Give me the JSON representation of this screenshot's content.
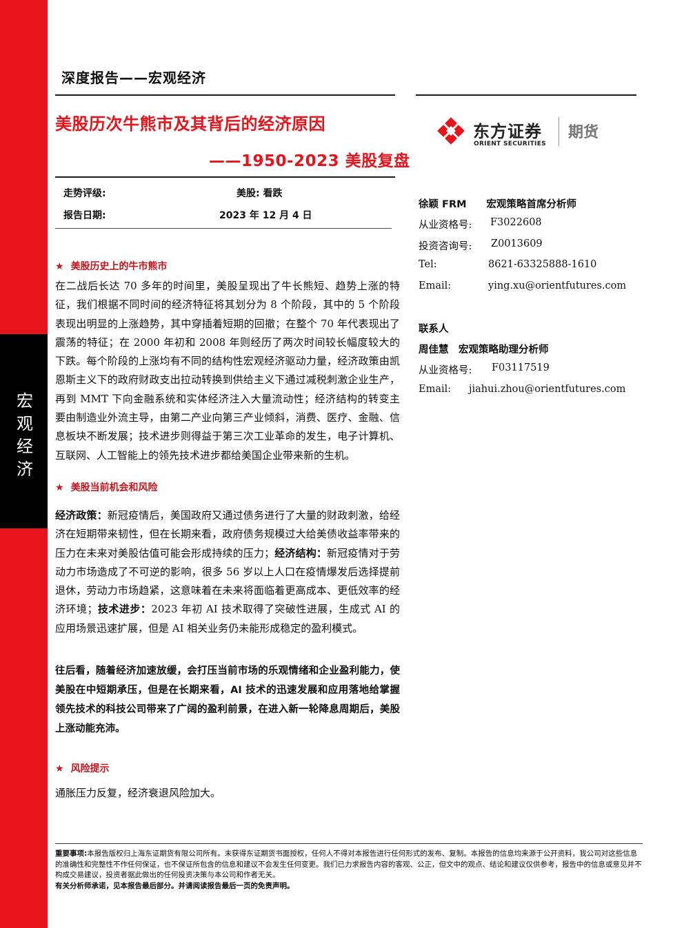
{
  "sidebar": {
    "label_chars": [
      "宏",
      "观",
      "经",
      "济"
    ]
  },
  "header": {
    "report_type": "深度报告——宏观经济"
  },
  "title": {
    "main": "美股历次牛熊市及其背后的经济原因",
    "sub": "——1950-2023 美股复盘"
  },
  "logo": {
    "cn": "东方证券",
    "en": "ORIENT SECURITIES",
    "futures": "期货"
  },
  "meta": {
    "rating_label": "走势评级:",
    "rating_value": "美股: 看跌",
    "date_label": "报告日期:",
    "date_value": "2023 年 12 月 4 日"
  },
  "sections": {
    "bull_bear": {
      "heading": "美股历史上的牛市熊市",
      "text": "在二战后长达 70 多年的时间里，美股呈现出了牛长熊短、趋势上涨的特征，我们根据不同时间的经济特征将其划分为 8 个阶段，其中的 5 个阶段表现出明显的上涨趋势，其中穿插着短期的回撤；在整个 70 年代表现出了震荡的特征；在 2000 年初和 2008 年则经历了两次时间较长幅度较大的下跌。每个阶段的上涨均有不同的结构性宏观经济驱动力量，经济政策由凯恩斯主义下的政府财政支出拉动转换到供给主义下通过减税刺激企业生产，再到 MMT 下向金融系统和实体经济注入大量流动性；经济结构的转变主要由制造业外流主导，由第二产业向第三产业倾斜，消费、医疗、金融、信息板块不断发展；技术进步则得益于第三次工业革命的发生，电子计算机、互联网、人工智能上的领先技术进步都给美国企业带来新的生机。"
    },
    "opportunity": {
      "heading": "美股当前机会和风险",
      "policy_label": "经济政策：",
      "policy_text": "新冠疫情后，美国政府又通过债务进行了大量的财政刺激，给经济在短期带来韧性，但在长期来看，政府债务规模过大给美债收益率带来的压力在未来对美股估值可能会形成持续的压力；",
      "structure_label": "经济结构：",
      "structure_text": "新冠疫情对于劳动力市场造成了不可逆的影响，很多 56 岁以上人口在疫情爆发后选择提前退休，劳动力市场趋紧，这意味着在未来将面临着更高成本、更低效率的经济环境；",
      "tech_label": "技术进步：",
      "tech_text": "2023 年初 AI 技术取得了突破性进展，生成式 AI 的应用场景迅速扩展，但是 AI 相关业务仍未能形成稳定的盈利模式。",
      "outlook": "往后看，随着经济加速放缓，会打压当前市场的乐观情绪和企业盈利能力，使美股在中短期承压，但是在长期来看，AI 技术的迅速发展和应用落地给掌握领先技术的科技公司带来了广阔的盈利前景，在进入新一轮降息周期后，美股上涨动能充沛。"
    },
    "risk": {
      "heading": "风险提示",
      "text": "通胀压力反复，经济衰退风险加大。"
    }
  },
  "analyst": {
    "name_title": "徐颖 FRM　　宏观策略首席分析师",
    "cert_label": "从业资格号:",
    "cert_value": "F3022608",
    "invest_label": "投资咨询号:",
    "invest_value": "Z0013609",
    "tel_label": "Tel:",
    "tel_value": "8621-63325888-1610",
    "email_label": "Email:",
    "email_value": "ying.xu@orientfutures.com"
  },
  "contact": {
    "heading": "联系人",
    "name_title": "周佳慧　宏观策略助理分析师",
    "cert_label": "从业资格号:",
    "cert_value": "F03117519",
    "email_label": "Email:",
    "email_value": "jiahui.zhou@orientfutures.com"
  },
  "disclaimer": {
    "label": "重要事项:",
    "text": "本报告版权归上海东证期货有限公司所有。未获得东证期货书面授权，任何人不得对本报告进行任何形式的发布、复制。本报告的信息均来源于公开资料，我公司对这些信息的准确性和完整性不作任何保证，也不保证所包含的信息和建议不会发生任何变更。我们已力求报告内容的客观、公正，但文中的观点、结论和建议仅供参考，报告中的信息或意见并不构成交易建议，投资者据此做出的任何投资决策与本公司和作者无关。",
    "note": "有关分析师承诺，见本报告最后部分。并请阅读报告最后一页的免责声明。"
  },
  "colors": {
    "brand_red": "#e8141b",
    "heading_red": "#c8141b",
    "sidebar_black": "#000000"
  },
  "icons": {
    "section_bullet": "star-icon",
    "logo_mark": "orient-logo-icon"
  }
}
